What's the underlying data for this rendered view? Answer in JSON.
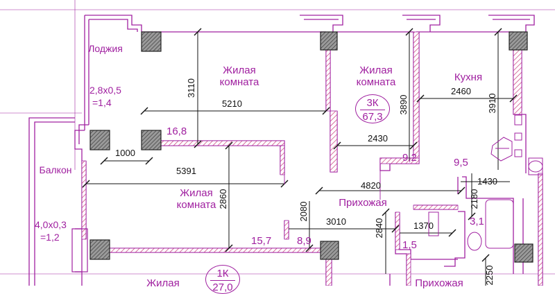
{
  "rooms": {
    "loggia": "Лоджия",
    "living_room_1_line1": "Жилая",
    "living_room_1_line2": "комната",
    "living_room_2_line1": "Жилая",
    "living_room_2_line2": "комната",
    "kitchen": "Кухня",
    "balcony": "Балкон",
    "living_room_3_line1": "Жилая",
    "living_room_3_line2": "комната",
    "hallway_1": "Прихожая",
    "living_room_4": "Жилая",
    "hallway_2": "Прихожая"
  },
  "areas": {
    "loggia_size": "2,8х0,5",
    "loggia_area": "=1,4",
    "balcony_size": "4,0х0,3",
    "balcony_area": "=1,2",
    "room_left_top": "16,8",
    "hallway_small": "9,2",
    "kitchen": "9,5",
    "room_left_bottom": "15,7",
    "hallway_main": "8,9",
    "bath": "3,1",
    "wc": "1,5"
  },
  "apartments": {
    "a3_type": "3К",
    "a3_area": "67,3",
    "a1_type": "1К",
    "a1_area": "27,0"
  },
  "dimensions": {
    "d3110": "3110",
    "d5210": "5210",
    "d3890": "3890",
    "d3910": "3910",
    "d2460": "2460",
    "d1000": "1000",
    "d2430": "2430",
    "d5391": "5391",
    "d4820": "4820",
    "d1430": "1430",
    "d2860": "2860",
    "d2080": "2080",
    "d3010": "3010",
    "d2840": "2840",
    "d1370": "1370",
    "d2180": "2180",
    "d2250": "2250"
  },
  "colors": {
    "wall_line": "#a020a0",
    "dimension_line": "#111111",
    "column_fill": "#777777",
    "hatch": "#c83c78",
    "background": "#ffffff"
  }
}
